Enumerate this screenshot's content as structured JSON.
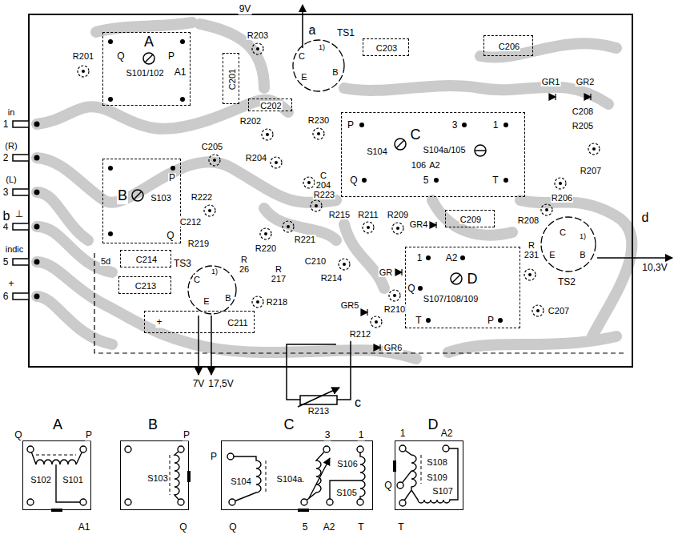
{
  "diagram": {
    "nodes": [
      {
        "text": [
          "A",
          "S101/102",
          "Q",
          "P",
          "A1"
        ]
      },
      {
        "text": [
          "B",
          "S103",
          "P",
          "Q"
        ]
      },
      {
        "text": [
          "C",
          "S104",
          "S104a/105",
          "106",
          "A2",
          "P",
          "3",
          "1",
          "Q",
          "5",
          "T"
        ]
      },
      {
        "text": [
          "D",
          "S107/108/109",
          "1",
          "A2",
          "Q",
          "T",
          "P"
        ]
      },
      {
        "text": [
          "C201"
        ]
      },
      {
        "text": [
          "C202"
        ]
      },
      {
        "text": [
          "C203"
        ]
      },
      {
        "text": [
          "C206"
        ]
      },
      {
        "text": [
          "C209"
        ]
      },
      {
        "text": [
          "C214"
        ]
      },
      {
        "text": [
          "C213"
        ]
      },
      {
        "text": [
          "+",
          "C211"
        ]
      },
      {
        "text": [
          "A",
          "Q",
          "P",
          "S102",
          "S101",
          "A1"
        ]
      },
      {
        "text": [
          "B",
          "P",
          "S103",
          "Q"
        ]
      },
      {
        "text": [
          "C",
          "P",
          "3",
          "1",
          "S104",
          "S104a.",
          "S106",
          "S105",
          "Q",
          "5",
          "A2",
          "T"
        ]
      },
      {
        "text": [
          "D",
          "1",
          "A2",
          "S108",
          "S109",
          "Q",
          "S107",
          "T"
        ]
      }
    ],
    "labels": [
      "9V",
      "a",
      "R201",
      "R203",
      "TS1",
      "1)",
      "C",
      "E",
      "B",
      "R202",
      "R230",
      "C205",
      "R204",
      "C 204",
      "GR1",
      "GR2",
      "C208",
      "R205",
      "R207",
      "R206",
      "R208",
      "R 231",
      "TS2",
      "1)",
      "C",
      "E",
      "B",
      "C207",
      "d",
      "10,3V",
      "R222",
      "C212",
      "R223",
      "R215",
      "R211",
      "R209",
      "GR4",
      "R219",
      "R220",
      "R221",
      "C210",
      "R 26",
      "R 217",
      "R214",
      "R218",
      "GR",
      "GR5",
      "R210",
      "R212",
      "GR6",
      "TS3",
      "1)",
      "C",
      "E",
      "B",
      "5d",
      "7V",
      "17,5V",
      "c",
      "R213",
      "in",
      "1",
      "(R)",
      "2",
      "(L)",
      "3",
      "⊥",
      "4",
      "indic",
      "5",
      "+",
      "6",
      "b"
    ]
  }
}
